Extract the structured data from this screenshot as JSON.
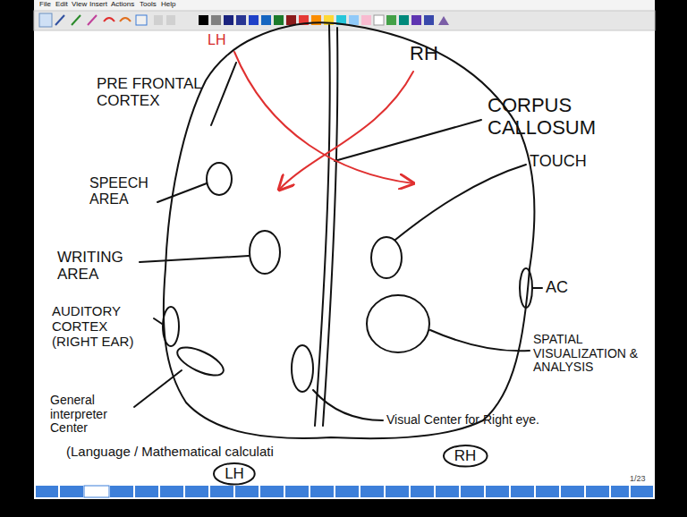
{
  "diagram": {
    "nodes": [
      {
        "text": [
          "LH"
        ]
      },
      {
        "text": [
          "RH"
        ]
      }
    ],
    "edges": [],
    "labels": [
      "File",
      "Edit",
      "View",
      "Insert",
      "Actions",
      "Tools",
      "Help",
      "LH",
      "RH",
      "PRE FRONTAL CORTEX",
      "CORPUS CALLOSUM",
      "SPEECH AREA",
      "TOUCH",
      "WRITING AREA",
      "AC",
      "AUDITORY CORTEX (RIGHT EAR)",
      "SPATIAL VISUALIZATION & ANALYSIS",
      "General interpreter Center",
      "(Language / Mathematical calculati",
      "Visual Center for Right eye.",
      "1/23"
    ]
  }
}
